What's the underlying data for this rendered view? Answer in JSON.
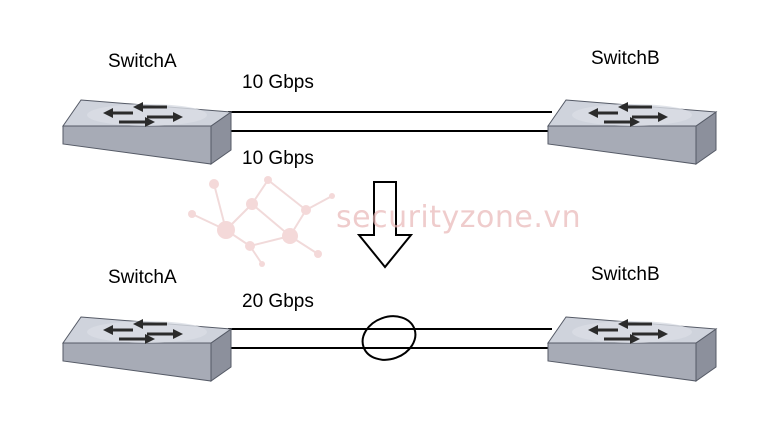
{
  "top": {
    "switch_a_label": "SwitchA",
    "switch_b_label": "SwitchB",
    "link1_speed": "10 Gbps",
    "link2_speed": "10 Gbps"
  },
  "bottom": {
    "switch_a_label": "SwitchA",
    "switch_b_label": "SwitchB",
    "aggregate_speed": "20 Gbps"
  },
  "watermark": {
    "text": "securityzone.vn"
  },
  "colors": {
    "switch_top": "#cfd3dc",
    "switch_side": "#8c909c",
    "switch_front": "#a7abb6",
    "arrow": "#2b2b2b",
    "watermark": "#e9b7b7"
  },
  "icons": [
    "network-switch-icon",
    "down-arrow-icon",
    "link-aggregation-ellipse-icon",
    "network-graph-logo"
  ]
}
